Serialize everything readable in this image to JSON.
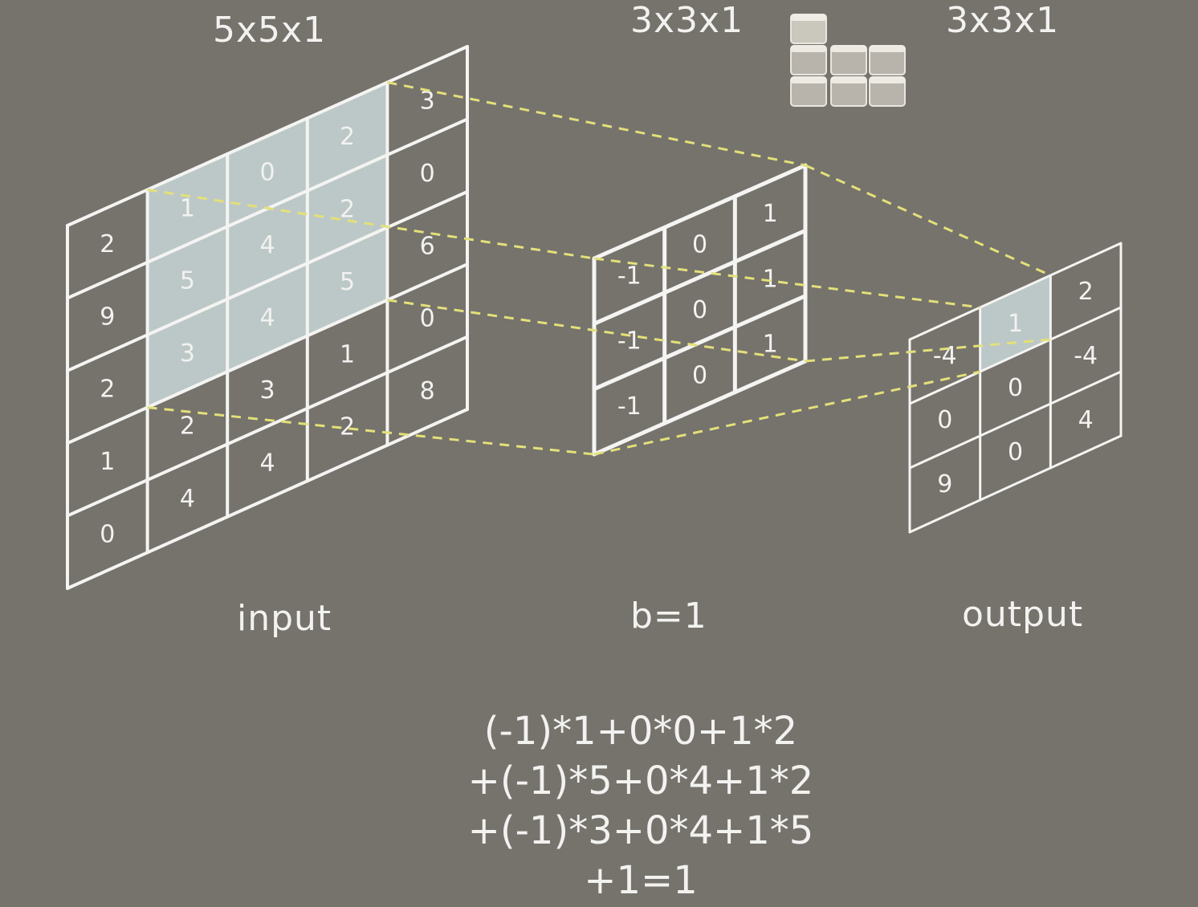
{
  "labels": {
    "input_dims": "5x5x1",
    "kernel_dims": "3x3x1",
    "output_dims": "3x3x1",
    "input": "input",
    "bias": "b=1",
    "output": "output"
  },
  "input_matrix": [
    [
      "2",
      "1",
      "0",
      "2",
      "3"
    ],
    [
      "9",
      "5",
      "4",
      "2",
      "0"
    ],
    [
      "2",
      "3",
      "4",
      "5",
      "6"
    ],
    [
      "1",
      "2",
      "3",
      "1",
      "0"
    ],
    [
      "0",
      "4",
      "4",
      "2",
      "8"
    ]
  ],
  "kernel_matrix": [
    [
      "-1",
      "0",
      "1"
    ],
    [
      "-1",
      "0",
      "1"
    ],
    [
      "-1",
      "0",
      "1"
    ]
  ],
  "output_matrix": [
    [
      "-4",
      "1",
      "2"
    ],
    [
      "0",
      "0",
      "-4"
    ],
    [
      "9",
      "0",
      "4"
    ]
  ],
  "formula_lines": [
    "(-1)*1+0*0+1*2",
    "+(-1)*5+0*4+1*2",
    "+(-1)*3+0*4+1*5",
    "+1=1"
  ],
  "colors": {
    "background": "#76726c",
    "grid_line": "#f4f4f2",
    "highlight": "#c9d7d7",
    "dashed_line": "#e3e07a",
    "text": "#f2f2f0"
  }
}
